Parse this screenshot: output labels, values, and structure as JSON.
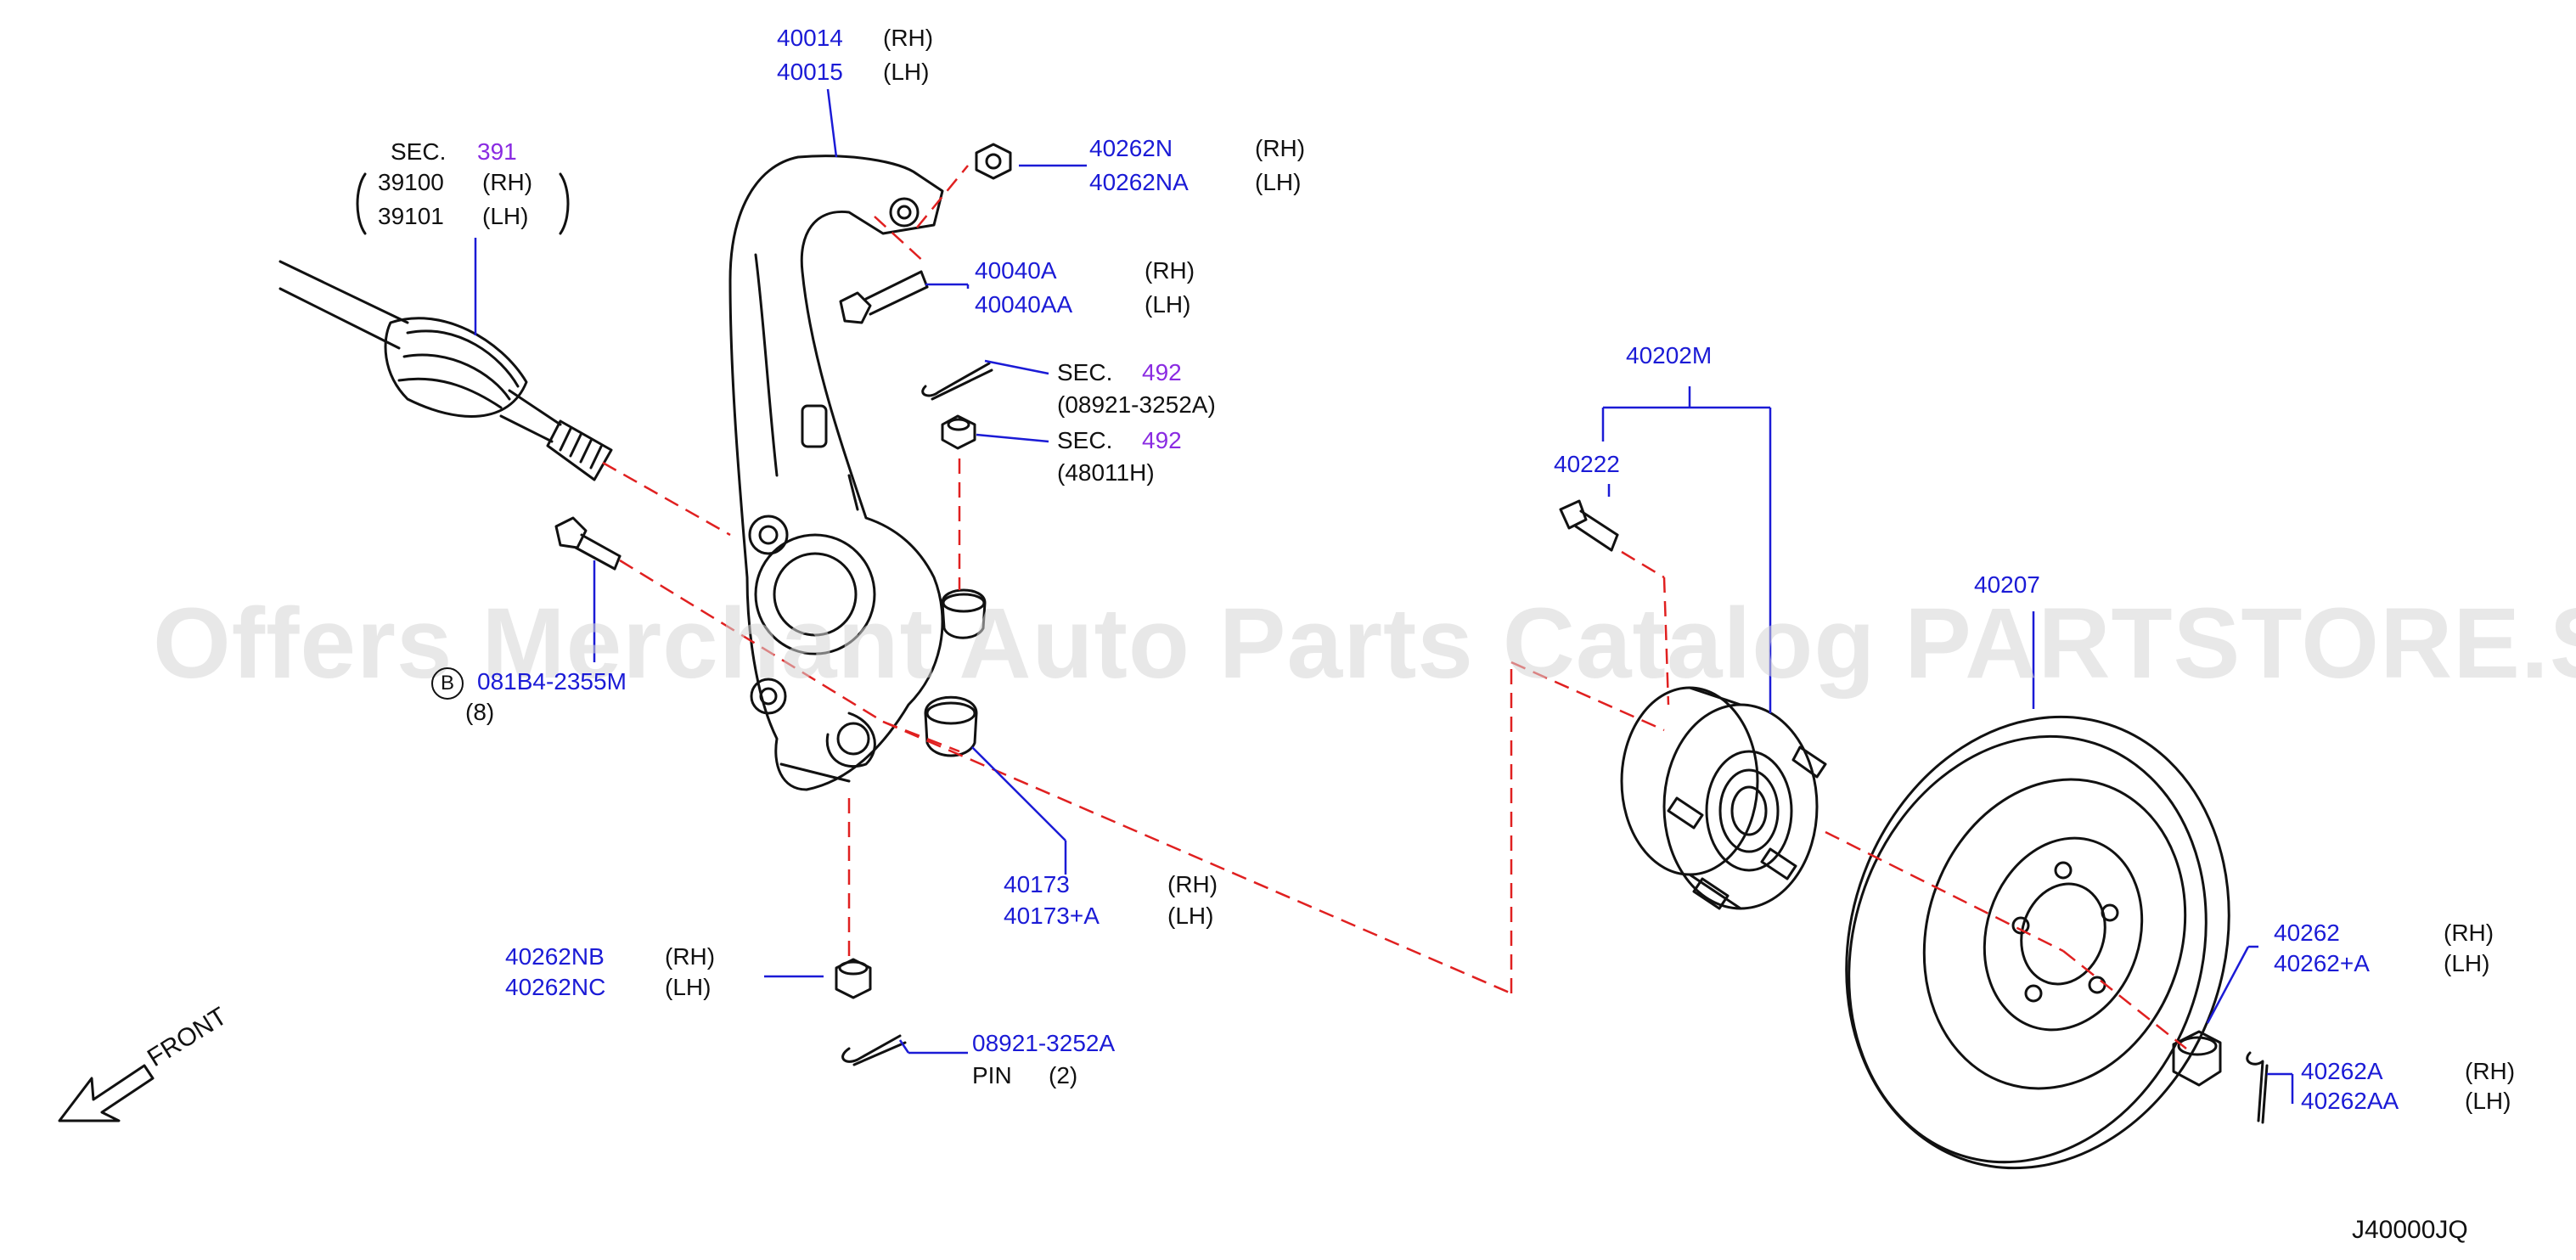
{
  "watermark": "Offers Merchant Auto Parts Catalog PARTSTORE.SA",
  "diagram_code": "J40000JQ",
  "front_label": "FRONT",
  "colors": {
    "part_number": "#1b1bd6",
    "section_ref": "#8a2be2",
    "text": "#111111",
    "dash_line": "#e02020",
    "leader": "#1b1bd6"
  },
  "labels": {
    "knuckle": {
      "rh_pn": "40014",
      "rh": "(RH)",
      "lh_pn": "40015",
      "lh": "(LH)"
    },
    "axle": {
      "sec": "SEC.",
      "sec_num": "391",
      "rh_pn": "39100",
      "rh": "(RH)",
      "lh_pn": "39101",
      "lh": "(LH)"
    },
    "top_nut": {
      "rh_pn": "40262N",
      "rh": "(RH)",
      "lh_pn": "40262NA",
      "lh": "(LH)"
    },
    "top_bolt": {
      "rh_pn": "40040A",
      "rh": "(RH)",
      "lh_pn": "40040AA",
      "lh": "(LH)"
    },
    "sec_pin": {
      "sec": "SEC.",
      "sec_num": "492",
      "ref": "(08921-3252A)"
    },
    "sec_nut": {
      "sec": "SEC.",
      "sec_num": "492",
      "ref": "(48011H)"
    },
    "bolt_b": {
      "badge": "B",
      "pn": "081B4-2355M",
      "qty": "(8)"
    },
    "bushing": {
      "rh_pn": "40173",
      "rh": "(RH)",
      "lh_pn": "40173+A",
      "lh": "(LH)"
    },
    "lower_nut": {
      "rh_pn": "40262NB",
      "rh": "(RH)",
      "lh_pn": "40262NC",
      "lh": "(LH)"
    },
    "cotter_pin": {
      "pn": "08921-3252A",
      "name": "PIN",
      "qty": "(2)"
    },
    "hub_assy": {
      "pn": "40202M"
    },
    "hub_bolt": {
      "pn": "40222"
    },
    "rotor": {
      "pn": "40207"
    },
    "hub_nut": {
      "rh_pn": "40262",
      "rh": "(RH)",
      "lh_pn": "40262+A",
      "lh": "(LH)"
    },
    "hub_pin": {
      "rh_pn": "40262A",
      "rh": "(RH)",
      "lh_pn": "40262AA",
      "lh": "(LH)"
    }
  },
  "icons": {
    "front_arrow": "front-arrow-icon"
  }
}
